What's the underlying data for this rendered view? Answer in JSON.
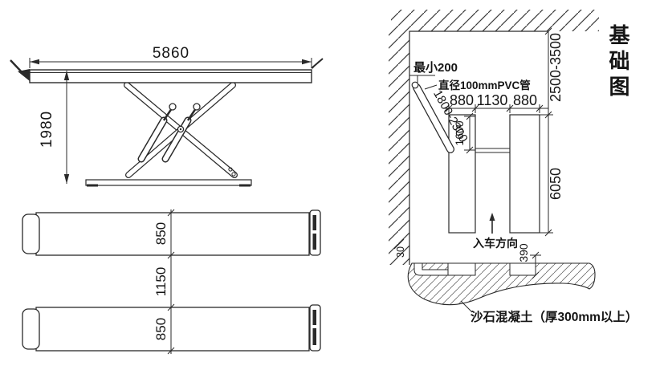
{
  "side_view": {
    "platform_length": "5860",
    "lift_height": "1980"
  },
  "plan_view": {
    "platform_width_top": "850",
    "platform_gap": "1150",
    "platform_width_bottom": "850"
  },
  "foundation": {
    "title": "基础图",
    "wall_min_distance": "最小200",
    "pvc_pipe_label": "直径100mmPVC管",
    "pvc_pipe_length": "1800-2300",
    "width_left": "880",
    "width_middle": "1130",
    "width_right": "880",
    "beam_distance": "1600",
    "wall_distance_range": "2500-3500",
    "foundation_length": "6050",
    "drive_in_direction": "入车方向",
    "edge_step": "30",
    "pit_depth": "390",
    "concrete_note": "沙石混凝土（厚300mm以上）"
  }
}
